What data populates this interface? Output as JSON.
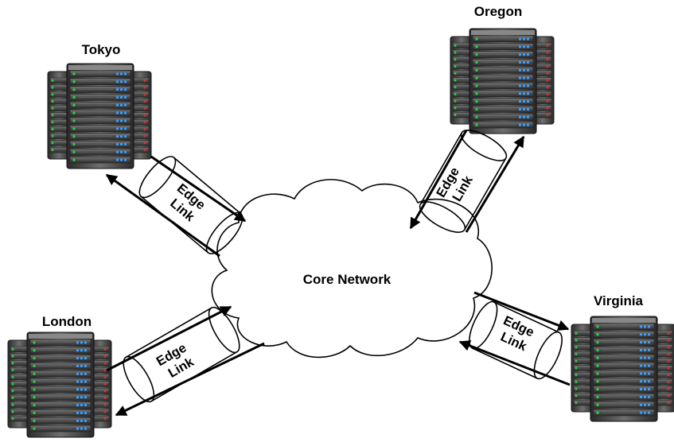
{
  "diagram": {
    "core": {
      "label": "Core Network"
    },
    "sites": {
      "tokyo": {
        "name": "Tokyo"
      },
      "oregon": {
        "name": "Oregon"
      },
      "london": {
        "name": "London"
      },
      "virginia": {
        "name": "Virginia"
      }
    },
    "link_label": {
      "line1": "Edge",
      "line2": "Link"
    }
  },
  "colors": {
    "background": "#ffffff",
    "line": "#000000",
    "cloud_fill": "#ffffff",
    "server_body": "#3a3a3a",
    "server_panel": "#5a5a5a",
    "led_green": "#2ecc40",
    "led_blue": "#3aa0ff",
    "led_red": "#e03030"
  },
  "icons": {
    "server": "server-rack-icon",
    "cloud": "cloud-icon",
    "arrow": "arrow-icon"
  }
}
